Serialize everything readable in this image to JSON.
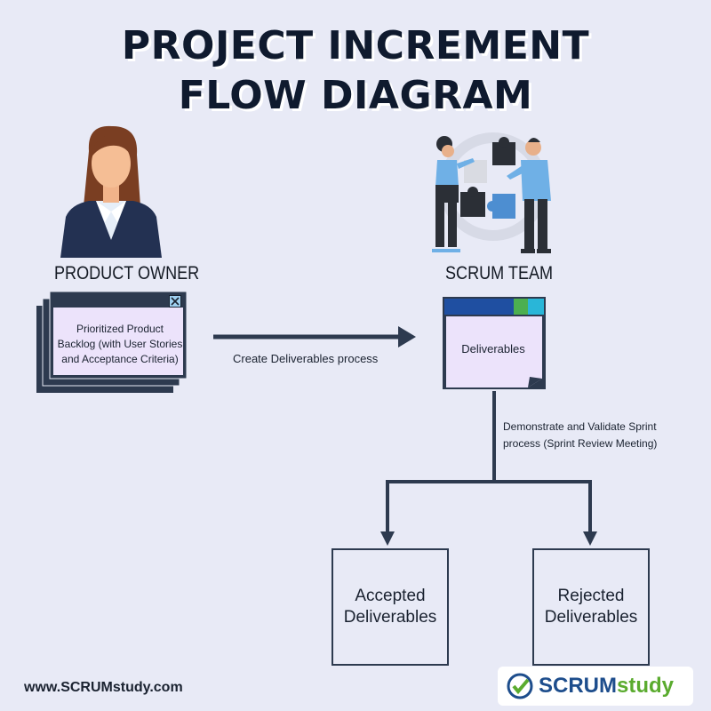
{
  "title": {
    "line1": "PROJECT INCREMENT",
    "line2": "FLOW DIAGRAM"
  },
  "roles": {
    "owner": "PRODUCT OWNER",
    "team": "SCRUM TEAM"
  },
  "backlog_window": {
    "text": "Prioritized Product Backlog (with User Stories and Acceptance Criteria)"
  },
  "deliverables_note": {
    "text": "Deliverables"
  },
  "flow": {
    "create_label": "Create Deliverables process",
    "validate_label_line1": "Demonstrate and Validate Sprint",
    "validate_label_line2": "process (Sprint Review Meeting)"
  },
  "outcomes": {
    "accepted_line1": "Accepted",
    "accepted_line2": "Deliverables",
    "rejected_line1": "Rejected",
    "rejected_line2": "Deliverables"
  },
  "footer": {
    "url": "www.SCRUMstudy.com"
  },
  "logo": {
    "part1": "SCRUM",
    "part2": "study"
  },
  "colors": {
    "background": "#e8eaf6",
    "dark": "#2d3a4f",
    "note_fill": "#ece3fb",
    "accent_blue": "#1f4fa1",
    "accent_green": "#4caf50",
    "accent_cyan": "#29b6d8"
  }
}
